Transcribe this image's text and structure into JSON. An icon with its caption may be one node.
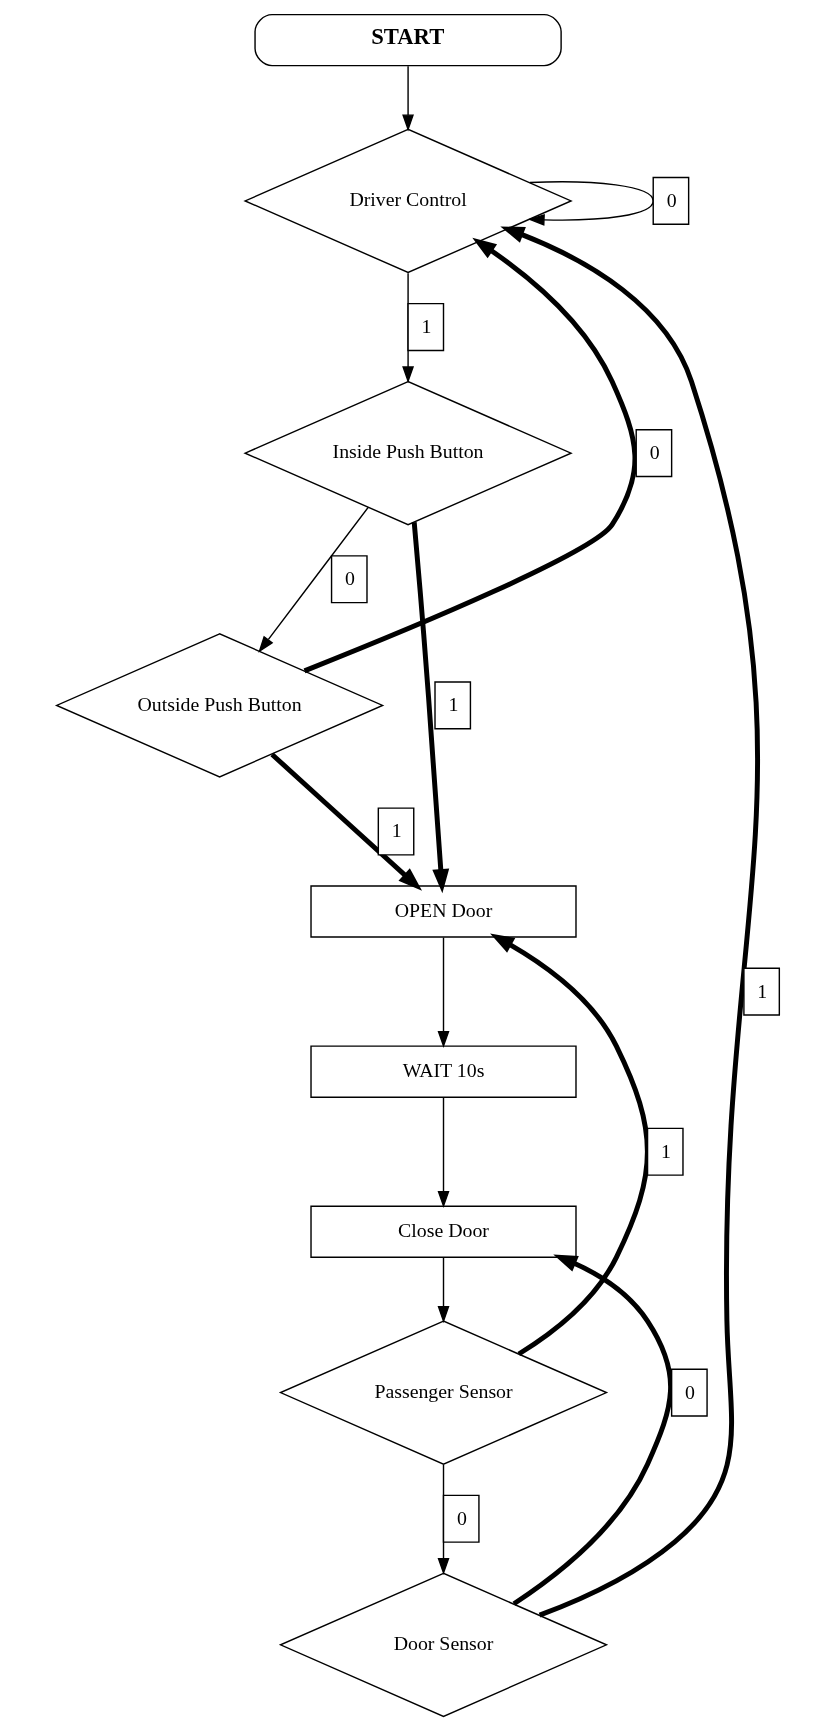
{
  "diagram": {
    "nodes": [
      {
        "text": [
          "START"
        ]
      },
      {
        "text": [
          "Driver Control"
        ]
      },
      {
        "text": [
          "Inside Push Button"
        ]
      },
      {
        "text": [
          "Outside Push Button"
        ]
      },
      {
        "text": [
          "OPEN Door"
        ]
      },
      {
        "text": [
          "WAIT 10s"
        ]
      },
      {
        "text": [
          "Close Door"
        ]
      },
      {
        "text": [
          "Passenger Sensor"
        ]
      },
      {
        "text": [
          "Door Sensor"
        ]
      }
    ],
    "edges": [
      {
        "from": 0,
        "to": 1,
        "arrow": "to"
      },
      {
        "from": 1,
        "to": 1,
        "arrow": "to",
        "label": "0"
      },
      {
        "from": 1,
        "to": 2,
        "arrow": "to",
        "label": "1"
      },
      {
        "from": 2,
        "to": 4,
        "arrow": "to",
        "label": "1",
        "style": "thick"
      },
      {
        "from": 2,
        "to": 3,
        "arrow": "to",
        "label": "0"
      },
      {
        "from": 3,
        "to": 4,
        "arrow": "to",
        "label": "1",
        "style": "thick"
      },
      {
        "from": 3,
        "to": 1,
        "arrow": "to",
        "label": "0",
        "style": "thick"
      },
      {
        "from": 4,
        "to": 5,
        "arrow": "to"
      },
      {
        "from": 5,
        "to": 6,
        "arrow": "to"
      },
      {
        "from": 6,
        "to": 7,
        "arrow": "to"
      },
      {
        "from": 7,
        "to": 4,
        "arrow": "to",
        "label": "1",
        "style": "thick"
      },
      {
        "from": 7,
        "to": 8,
        "arrow": "to",
        "label": "0"
      },
      {
        "from": 8,
        "to": 1,
        "arrow": "to",
        "label": "1",
        "style": "thick"
      },
      {
        "from": 8,
        "to": 6,
        "arrow": "to",
        "label": "0",
        "style": "thick"
      }
    ]
  }
}
